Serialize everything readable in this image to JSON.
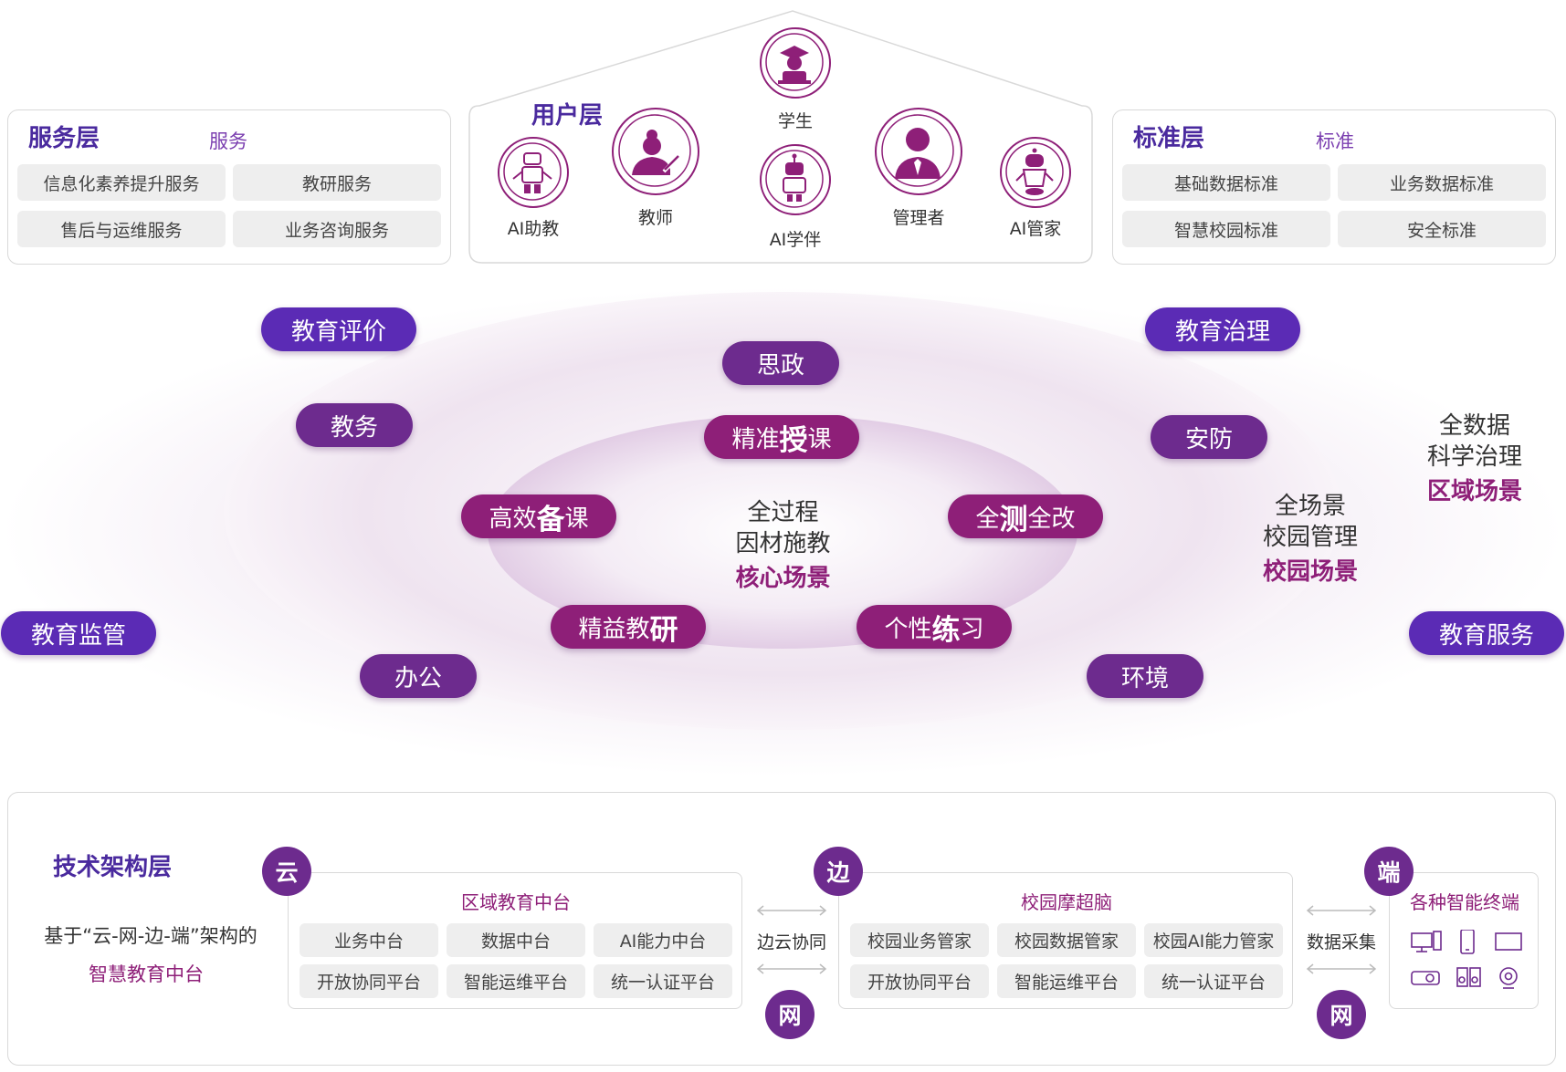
{
  "colors": {
    "core": "#8e1f78",
    "mid": "#6d2b8e",
    "outer": "#5b2bb5",
    "accent_text": "#8e1f78",
    "layer_title": "#4a2a9e"
  },
  "service_layer": {
    "title": "服务层",
    "subtitle": "服务",
    "items": [
      "信息化素养提升服务",
      "教研服务",
      "售后与运维服务",
      "业务咨询服务"
    ]
  },
  "user_layer": {
    "title": "用户层",
    "users": [
      {
        "label": "学生",
        "icon": "student-icon"
      },
      {
        "label": "AI助教",
        "icon": "robot-assistant-icon"
      },
      {
        "label": "教师",
        "icon": "teacher-icon"
      },
      {
        "label": "AI学伴",
        "icon": "robot-companion-icon"
      },
      {
        "label": "管理者",
        "icon": "manager-icon"
      },
      {
        "label": "AI管家",
        "icon": "robot-butler-icon"
      }
    ]
  },
  "standard_layer": {
    "title": "标准层",
    "subtitle": "标准",
    "items": [
      "基础数据标准",
      "业务数据标准",
      "智慧校园标准",
      "安全标准"
    ]
  },
  "scenes": {
    "core": {
      "line1": "全过程",
      "line2": "因材施教",
      "highlight": "核心场景",
      "pills": [
        {
          "pre": "精准",
          "bold": "授",
          "post": "课"
        },
        {
          "pre": "高效",
          "bold": "备",
          "post": "课"
        },
        {
          "pre": "全",
          "bold": "测",
          "post": "全改"
        },
        {
          "pre": "精益教",
          "bold": "研",
          "post": ""
        },
        {
          "pre": "个性",
          "bold": "练",
          "post": "习"
        }
      ]
    },
    "campus": {
      "line1": "全场景",
      "line2": "校园管理",
      "highlight": "校园场景",
      "pills": [
        "思政",
        "教务",
        "安防",
        "办公",
        "环境"
      ]
    },
    "region": {
      "line1": "全数据",
      "line2": "科学治理",
      "highlight": "区域场景",
      "pills": [
        "教育评价",
        "教育治理",
        "教育监管",
        "教育服务"
      ]
    }
  },
  "tech_layer": {
    "title": "技术架构层",
    "desc_line1": "基于“云-网-边-端”架构的",
    "desc_line2": "智慧教育中台",
    "cloud": {
      "badge": "云",
      "title": "区域教育中台",
      "items": [
        "业务中台",
        "数据中台",
        "AI能力中台",
        "开放协同平台",
        "智能运维平台",
        "统一认证平台"
      ]
    },
    "edge_sync": "边云协同",
    "net_badge": "网",
    "edge": {
      "badge": "边",
      "title": "校园摩超脑",
      "items": [
        "校园业务管家",
        "校园数据管家",
        "校园AI能力管家",
        "开放协同平台",
        "智能运维平台",
        "统一认证平台"
      ]
    },
    "data_collect": "数据采集",
    "terminal": {
      "badge": "端",
      "title": "各种智能终端",
      "devices": [
        "desktop-icon",
        "phone-icon",
        "monitor-icon",
        "projector-icon",
        "speaker-icon",
        "camera-icon"
      ]
    }
  }
}
